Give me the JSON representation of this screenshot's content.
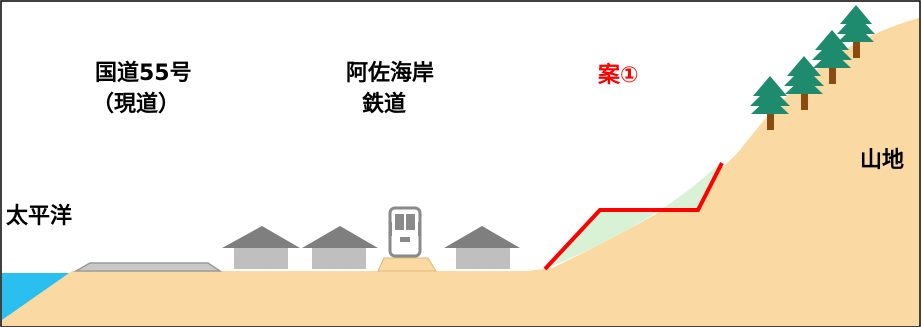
{
  "labels": {
    "road_line1": "国道55号",
    "road_line2": "（現道）",
    "railway_line1": "阿佐海岸",
    "railway_line2": "鉄道",
    "plan": "案①",
    "mountain": "山地",
    "ocean": "太平洋"
  },
  "colors": {
    "land": "#fbd9a3",
    "sea": "#2bbff0",
    "green_zone": "#d9f2d6",
    "plan_line": "#ff0000",
    "tree": "#1e8a6e",
    "trunk": "#8a4b10",
    "house_roof": "#7f7f7f",
    "house_wall": "#bfbfbf",
    "road_surface": "#c8c8c8",
    "border": "#000000"
  }
}
